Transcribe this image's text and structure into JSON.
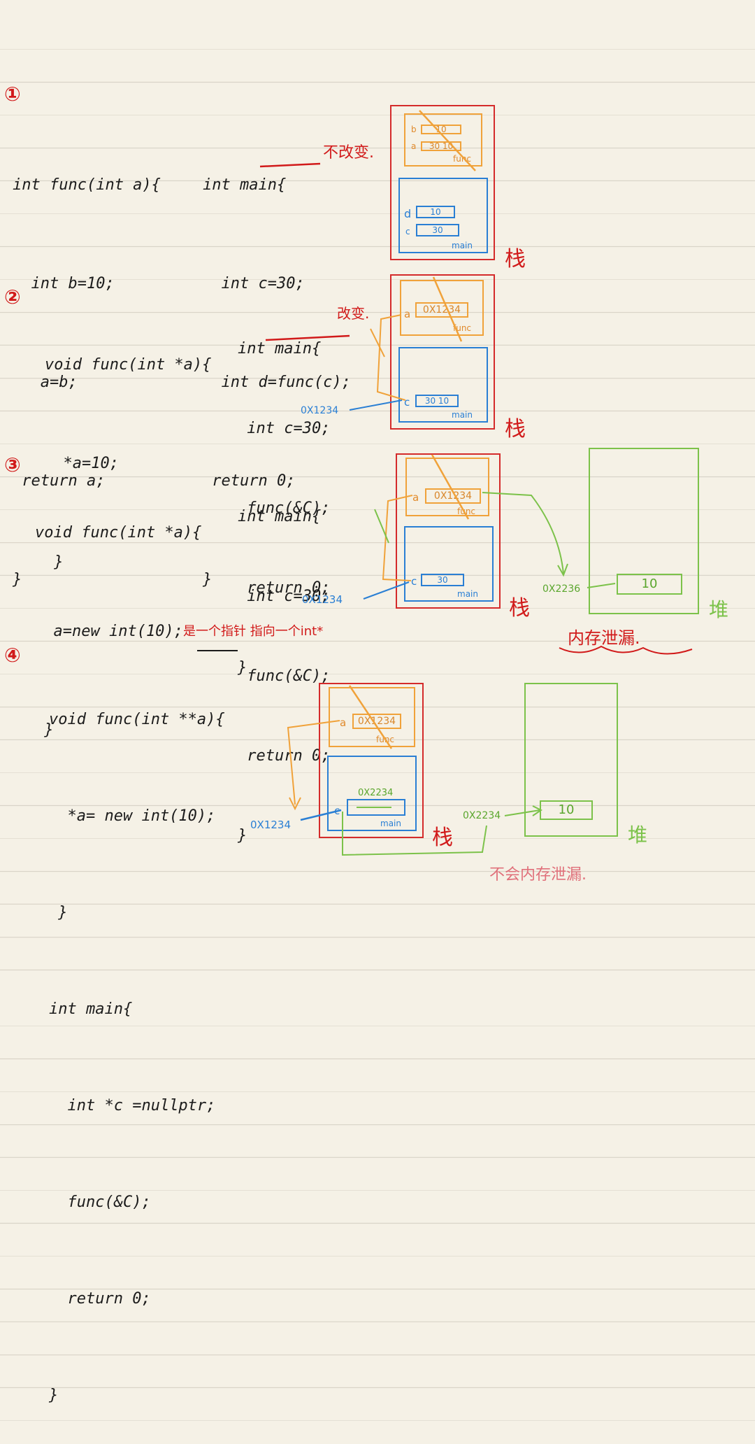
{
  "sections": [
    {
      "number": "①",
      "code_left": [
        "int func(int a){",
        "  int b=10;",
        "   a=b;",
        " return a;",
        "}"
      ],
      "code_right": [
        "int main{",
        "  int c=30;",
        "  int d=func(c);",
        " return 0;",
        "}"
      ],
      "note": "不改变.",
      "func_cells": [
        {
          "name": "b",
          "value": "10"
        },
        {
          "name": "a",
          "value": "30 10"
        }
      ],
      "func_label": "func",
      "main_cells": [
        {
          "name": "d",
          "value": "10"
        },
        {
          "name": "c",
          "value": "30"
        }
      ],
      "main_label": "main",
      "stack_label": "栈"
    },
    {
      "number": "②",
      "code_left": [
        "void func(int *a){",
        "  *a=10;",
        " }"
      ],
      "code_right": [
        "int main{",
        " int c=30;",
        " func(&C);",
        " return 0;",
        "}"
      ],
      "note": "改变.",
      "func_cells": [
        {
          "name": "a",
          "value": "0X1234"
        }
      ],
      "func_label": "func",
      "main_cells": [
        {
          "name": "c",
          "value": "30 10"
        }
      ],
      "main_label": "main",
      "address": "0X1234",
      "stack_label": "栈"
    },
    {
      "number": "③",
      "code_left": [
        "void func(int *a){",
        "  a=new int(10);",
        " }"
      ],
      "code_right": [
        "int main{",
        " int c=30;",
        " func(&C);",
        " return 0;",
        "}"
      ],
      "func_cells": [
        {
          "name": "a",
          "value": "0X1234"
        }
      ],
      "func_label": "func",
      "main_cells": [
        {
          "name": "c",
          "value": "30"
        }
      ],
      "main_label": "main",
      "address": "0X1234",
      "heap_address": "0X2236",
      "heap_value": "10",
      "stack_label": "栈",
      "heap_label": "堆",
      "note": "内存泄漏."
    },
    {
      "number": "④",
      "note_top": "是一个指针 指向一个int*",
      "code_left": [
        "void func(int **a){",
        "  *a= new int(10);",
        " }",
        "int main{",
        "  int *c =nullptr;",
        "  func(&C);",
        "  return 0;",
        "}"
      ],
      "func_cells": [
        {
          "name": "a",
          "value": "0X1234"
        }
      ],
      "func_label": "func",
      "main_cells": [
        {
          "name": "c",
          "value": "0X2234"
        }
      ],
      "main_label": "main",
      "address": "0X1234",
      "heap_address": "0X2234",
      "heap_value": "10",
      "stack_label": "栈",
      "heap_label": "堆",
      "note": "不会内存泄漏."
    }
  ]
}
